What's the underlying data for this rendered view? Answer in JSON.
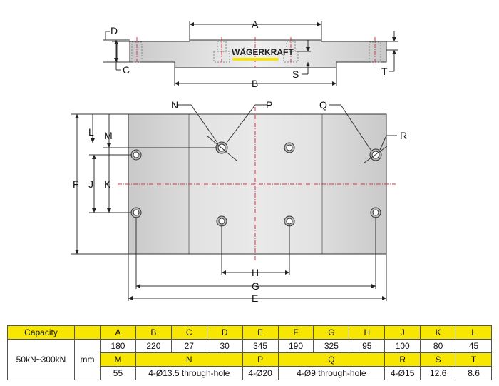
{
  "drawing": {
    "brand": "WÄGERKRAFT",
    "dim_labels": {
      "A": "A",
      "B": "B",
      "C": "C",
      "D": "D",
      "S": "S",
      "T": "T",
      "N": "N",
      "P": "P",
      "Q": "Q",
      "R": "R",
      "L": "L",
      "M": "M",
      "F": "F",
      "J": "J",
      "K": "K",
      "H": "H",
      "G": "G",
      "E": "E"
    }
  },
  "table": {
    "capacity_label": "Capacity",
    "capacity": "50kN~300kN",
    "unit": "mm",
    "row1_headers": [
      "A",
      "B",
      "C",
      "D",
      "E",
      "F",
      "G",
      "H",
      "J",
      "K",
      "L"
    ],
    "row1_values": [
      "180",
      "220",
      "27",
      "30",
      "345",
      "190",
      "325",
      "95",
      "100",
      "80",
      "45"
    ],
    "row2_headers": [
      "M",
      "N",
      "P",
      "Q",
      "R",
      "S",
      "T"
    ],
    "row2_values": [
      "55",
      "4-Ø13.5 through-hole",
      "4-Ø20",
      "4-Ø9 through-hole",
      "4-Ø15",
      "12.6",
      "8.6"
    ]
  },
  "colors": {
    "header": "#f7e600",
    "centerline": "#e0304a"
  }
}
